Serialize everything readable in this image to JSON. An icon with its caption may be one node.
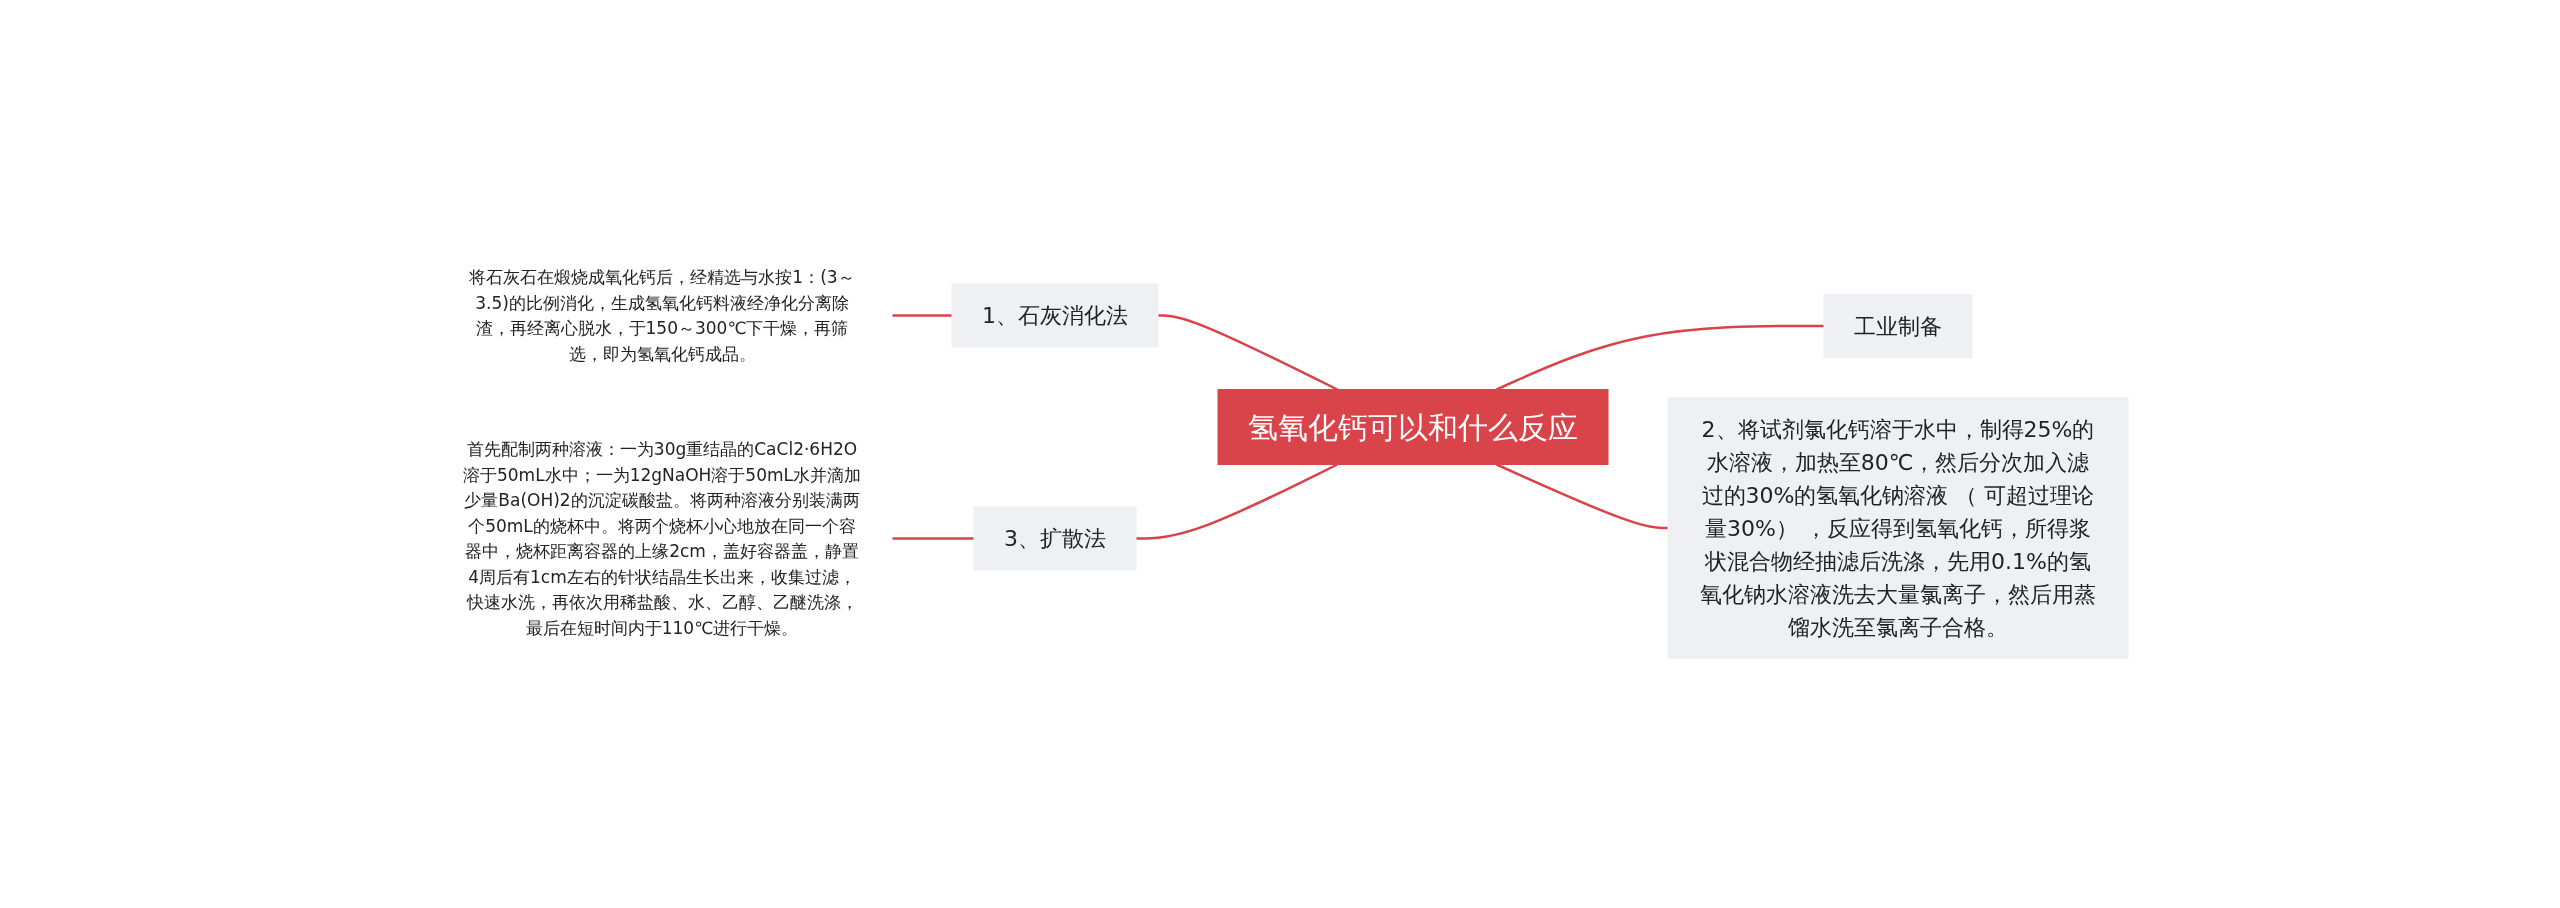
{
  "diagram": {
    "nodes": [
      {
        "text": [
          "氢氧化钙可以和什么反应"
        ]
      },
      {
        "text": [
          "1、石灰消化法"
        ]
      },
      {
        "text": [
          "将石灰石在煅烧成氧化钙后，经精选与水按1：(3～3.5)的比例消化，生成氢氧化钙料液经净化分离除渣，再经离心脱水，于150～300℃下干燥，再筛选，即为氢氧化钙成品。"
        ]
      },
      {
        "text": [
          "3、扩散法"
        ]
      },
      {
        "text": [
          "首先配制两种溶液：一为30g重结晶的CaCl2·6H2O溶于50mL水中；一为12gNaOH溶于50mL水并滴加少量Ba(OH)2的沉淀碳酸盐。将两种溶液分别装满两个50mL的烧杯中。将两个烧杯小心地放在同一个容器中，烧杯距离容器的上缘2cm，盖好容器盖，静置4周后有1cm左右的针状结晶生长出来，收集过滤，快速水洗，再依次用稀盐酸、水、乙醇、乙醚洗涤，最后在短时间内于110℃进行干燥。"
        ]
      },
      {
        "text": [
          "工业制备"
        ]
      },
      {
        "text": [
          "2、将试剂氯化钙溶于水中，制得25%的水溶液，加热至80℃，然后分次加入滤过的30%的氢氧化钠溶液 （ 可超过理论量30%） ，反应得到氢氧化钙，所得浆状混合物经抽滤后洗涤，先用0.1%的氢氧化钠水溶液洗去大量氯离子，然后用蒸馏水洗至氯离子合格。"
        ]
      }
    ],
    "edges": [
      {
        "from": 2,
        "to": 1,
        "arrow": "none"
      },
      {
        "from": 1,
        "to": 0,
        "arrow": "none"
      },
      {
        "from": 4,
        "to": 3,
        "arrow": "none"
      },
      {
        "from": 3,
        "to": 0,
        "arrow": "none"
      },
      {
        "from": 0,
        "to": 5,
        "arrow": "none"
      },
      {
        "from": 0,
        "to": 6,
        "arrow": "none"
      }
    ]
  }
}
